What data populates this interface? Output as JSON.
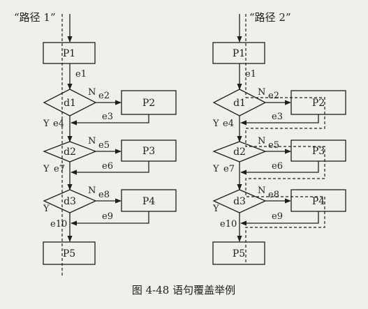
{
  "caption": "图 4-48   语句覆盖举例",
  "left": {
    "path_label": "“路径 1”",
    "nodes": {
      "p1": "P1",
      "d1": "d1",
      "p2": "P2",
      "d2": "d2",
      "p3": "P3",
      "d3": "d3",
      "p4": "P4",
      "p5": "P5"
    },
    "edges": {
      "e1": "e1",
      "e2": "e2",
      "e3": "e3",
      "e4": "e4",
      "e5": "e5",
      "e6": "e6",
      "e7": "e7",
      "e8": "e8",
      "e9": "e9",
      "e10": "e10"
    },
    "branch_labels": {
      "n1": "N",
      "y1": "Y",
      "n2": "N",
      "y2": "Y",
      "n3": "N",
      "y3": "Y"
    }
  },
  "right": {
    "path_label": "“路径 2”",
    "nodes": {
      "p1": "P1",
      "d1": "d1",
      "p2": "P2",
      "d2": "d2",
      "p3": "P3",
      "d3": "d3",
      "p4": "P4",
      "p5": "P5"
    },
    "edges": {
      "e1": "e1",
      "e2": "e2",
      "e3": "e3",
      "e4": "e4",
      "e5": "e5",
      "e6": "e6",
      "e7": "e7",
      "e8": "e8",
      "e9": "e9",
      "e10": "e10"
    },
    "branch_labels": {
      "n1": "N",
      "y1": "Y",
      "n2": "N",
      "y2": "Y",
      "n3": "N",
      "y3": "Y"
    }
  }
}
